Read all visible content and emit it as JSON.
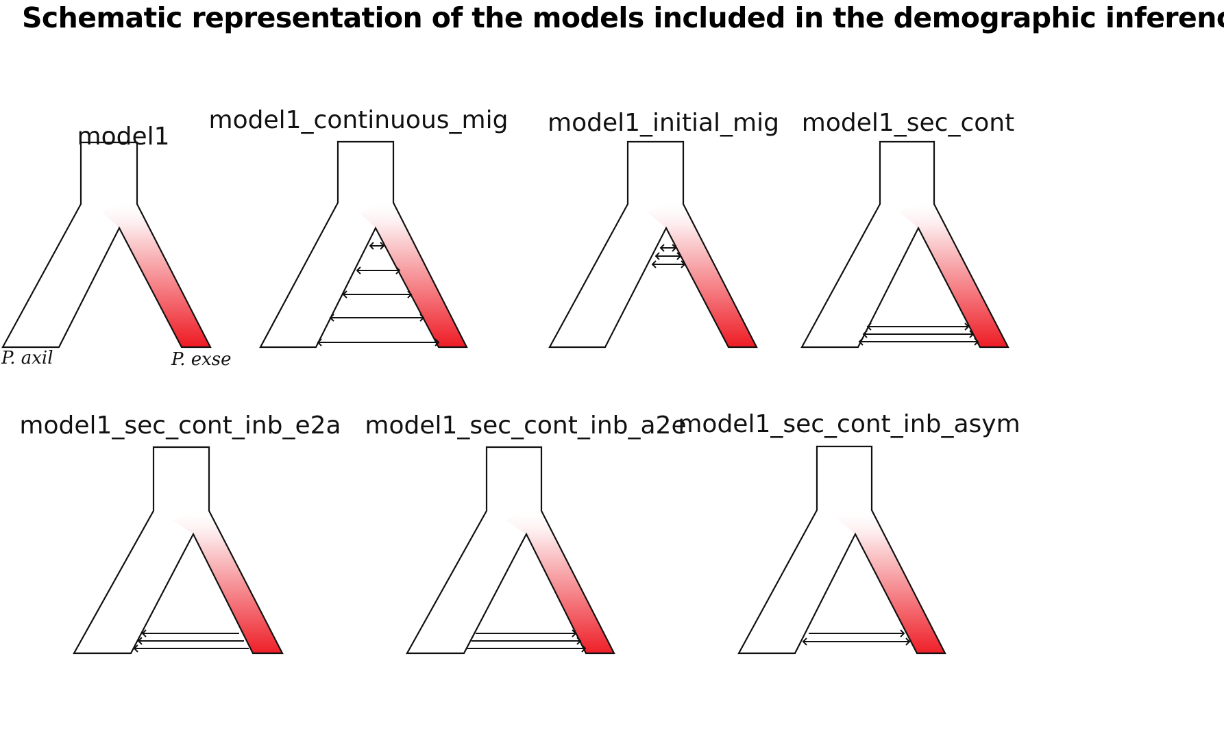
{
  "title": "Schematic representation of the models included in the demographic inference",
  "colors": {
    "outline": "#111111",
    "gradient_top": "#ffffff",
    "gradient_bottom": "#ee1c25"
  },
  "species": {
    "left": "P. axil",
    "right": "P. exse"
  },
  "models": [
    {
      "name": "model1",
      "migration": "none"
    },
    {
      "name": "model1_continuous_mig",
      "migration": "continuous"
    },
    {
      "name": "model1_initial_mig",
      "migration": "initial"
    },
    {
      "name": "model1_sec_cont",
      "migration": "secondary_contact"
    },
    {
      "name": "model1_sec_cont_inb_e2a",
      "migration": "secondary_contact"
    },
    {
      "name": "model1_sec_cont_inb_a2e",
      "migration": "secondary_contact"
    },
    {
      "name": "model1_sec_cont_inb_asym",
      "migration": "secondary_contact"
    }
  ]
}
